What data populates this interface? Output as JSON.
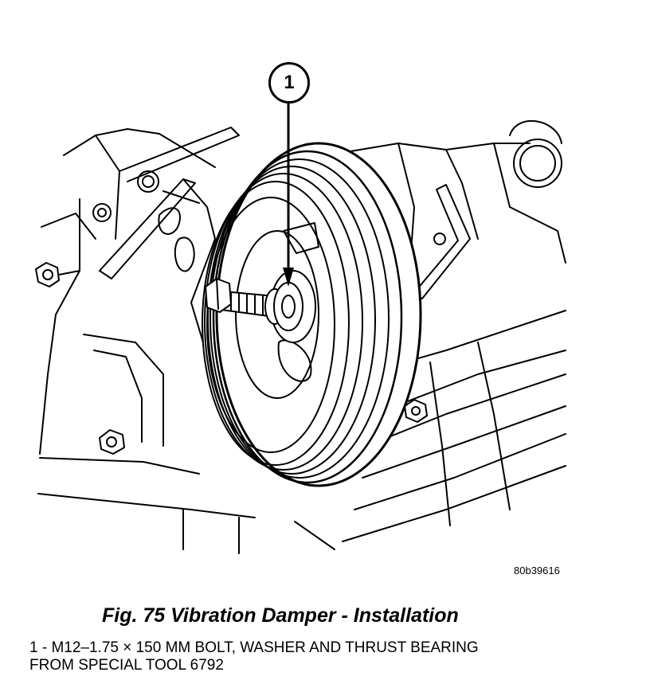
{
  "figure": {
    "callout_number": "1",
    "image_id": "80b39616",
    "caption": "Fig. 75 Vibration Damper - Installation",
    "legend": [
      {
        "line1": "1 - M12–1.75 × 150 MM BOLT, WASHER AND THRUST BEARING",
        "line2": "FROM SPECIAL TOOL 6792"
      }
    ]
  }
}
